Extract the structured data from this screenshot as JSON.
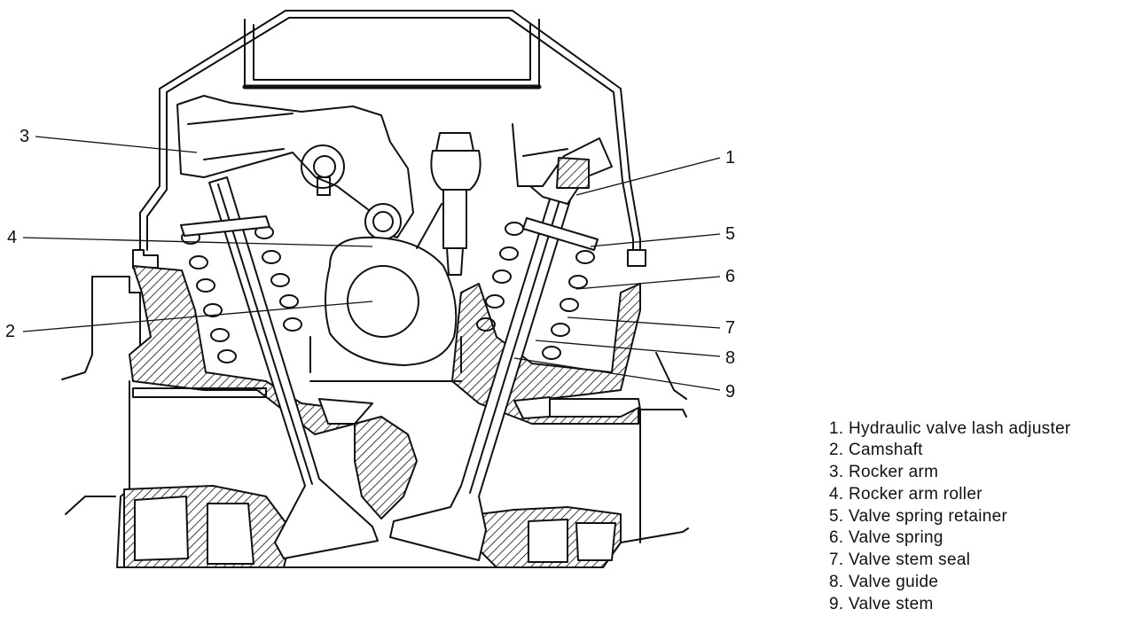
{
  "callouts": [
    {
      "number": "1",
      "part": "Hydraulic valve lash adjuster"
    },
    {
      "number": "2",
      "part": "Camshaft"
    },
    {
      "number": "3",
      "part": "Rocker arm"
    },
    {
      "number": "4",
      "part": "Rocker arm roller"
    },
    {
      "number": "5",
      "part": "Valve spring retainer"
    },
    {
      "number": "6",
      "part": "Valve spring"
    },
    {
      "number": "7",
      "part": "Valve stem seal"
    },
    {
      "number": "8",
      "part": "Valve guide"
    },
    {
      "number": "9",
      "part": "Valve stem"
    }
  ],
  "legend": [
    "1. Hydraulic valve lash adjuster",
    "2. Camshaft",
    "3. Rocker arm",
    "4. Rocker arm roller",
    "5. Valve spring retainer",
    "6. Valve spring",
    "7. Valve stem seal",
    "8. Valve guide",
    "9. Valve stem"
  ],
  "colors": {
    "ink": "#111111",
    "paper": "#ffffff"
  }
}
